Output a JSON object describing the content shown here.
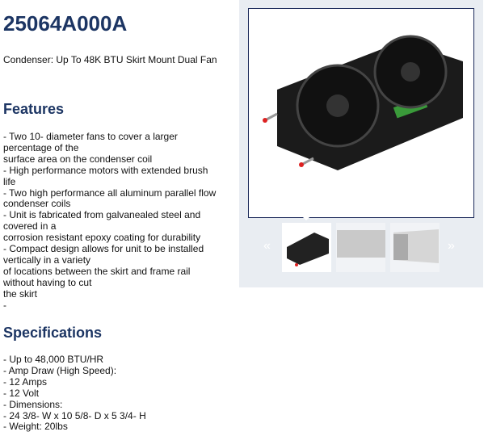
{
  "title": "25064A000A",
  "subtitle": "Condenser: Up To 48K BTU Skirt Mount Dual Fan",
  "features": {
    "heading": "Features",
    "lines": [
      "- Two 10- diameter fans to cover a larger percentage of the",
      "surface area on the condenser coil",
      "- High performance motors with extended brush life",
      "- Two high performance all aluminum parallel flow condenser coils",
      "- Unit is fabricated from galvanealed steel and covered in a",
      "corrosion resistant epoxy coating for durability",
      "- Compact design allows for unit to be installed vertically in a variety",
      "of locations between the skirt and frame rail without having to cut",
      "the skirt",
      "-"
    ]
  },
  "specs": {
    "heading": "Specifications",
    "lines": [
      "- Up to 48,000 BTU/HR",
      "- Amp Draw (High Speed):",
      "- 12 Amps",
      "- 12 Volt",
      "- Dimensions:",
      "- 24 3/8- W x 10 5/8- D x 5 3/4- H",
      "- Weight: 20lbs"
    ]
  },
  "gallery": {
    "prev": "«",
    "next": "»"
  }
}
